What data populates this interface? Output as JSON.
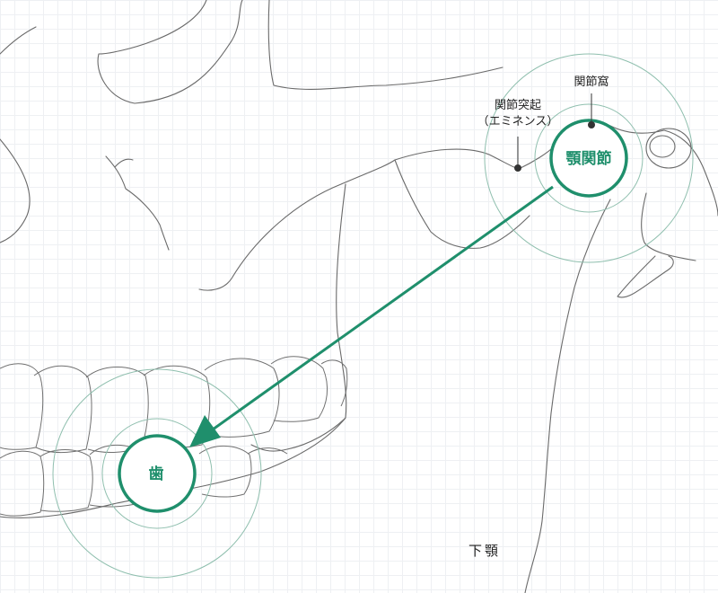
{
  "colors": {
    "accent": "#1f8f6c",
    "halo": "#8fbfae",
    "line": "#6a6a6a",
    "text": "#222222",
    "grid": "#eef0f3"
  },
  "labels": {
    "tmj": "顎関節",
    "fossa": "関節窩",
    "eminence_line1": "関節突起",
    "eminence_line2": "（エミネンス）",
    "tooth": "歯",
    "mandible": "下顎"
  }
}
